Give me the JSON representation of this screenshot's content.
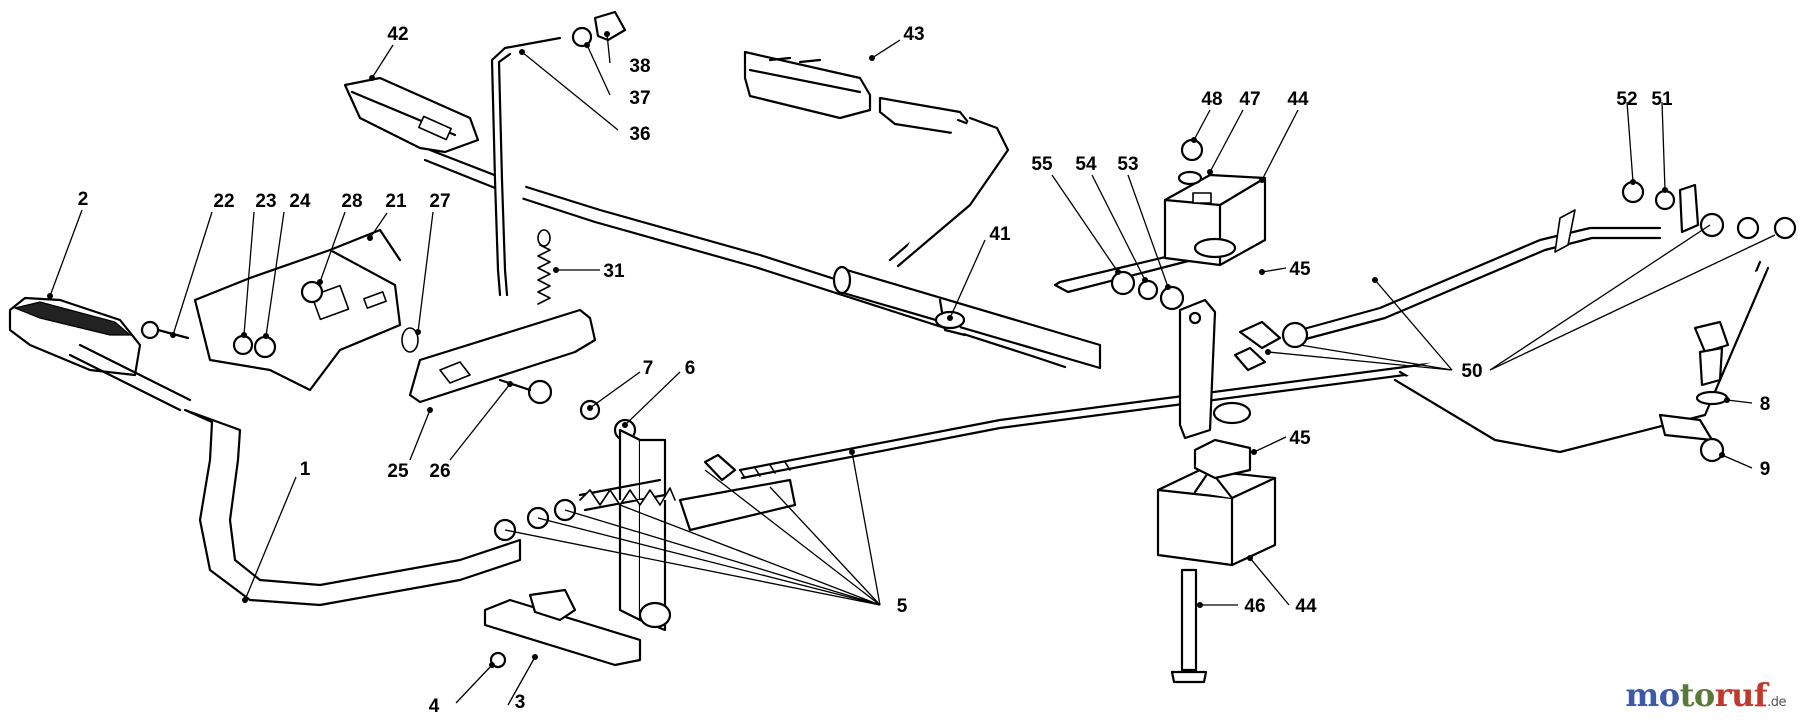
{
  "diagram": {
    "callouts": [
      {
        "id": "c1",
        "text": "1"
      },
      {
        "id": "c2",
        "text": "2"
      },
      {
        "id": "c3",
        "text": "3"
      },
      {
        "id": "c4",
        "text": "4"
      },
      {
        "id": "c5",
        "text": "5"
      },
      {
        "id": "c6",
        "text": "6"
      },
      {
        "id": "c7",
        "text": "7"
      },
      {
        "id": "c8",
        "text": "8"
      },
      {
        "id": "c9",
        "text": "9"
      },
      {
        "id": "c21",
        "text": "21"
      },
      {
        "id": "c22",
        "text": "22"
      },
      {
        "id": "c23",
        "text": "23"
      },
      {
        "id": "c24",
        "text": "24"
      },
      {
        "id": "c25",
        "text": "25"
      },
      {
        "id": "c26",
        "text": "26"
      },
      {
        "id": "c27",
        "text": "27"
      },
      {
        "id": "c28",
        "text": "28"
      },
      {
        "id": "c31",
        "text": "31"
      },
      {
        "id": "c36",
        "text": "36"
      },
      {
        "id": "c37",
        "text": "37"
      },
      {
        "id": "c38",
        "text": "38"
      },
      {
        "id": "c41",
        "text": "41"
      },
      {
        "id": "c42",
        "text": "42"
      },
      {
        "id": "c43",
        "text": "43"
      },
      {
        "id": "c44a",
        "text": "44"
      },
      {
        "id": "c44b",
        "text": "44"
      },
      {
        "id": "c45a",
        "text": "45"
      },
      {
        "id": "c45b",
        "text": "45"
      },
      {
        "id": "c46",
        "text": "46"
      },
      {
        "id": "c47",
        "text": "47"
      },
      {
        "id": "c48",
        "text": "48"
      },
      {
        "id": "c50",
        "text": "50"
      },
      {
        "id": "c51",
        "text": "51"
      },
      {
        "id": "c52",
        "text": "52"
      },
      {
        "id": "c53",
        "text": "53"
      },
      {
        "id": "c54",
        "text": "54"
      },
      {
        "id": "c55",
        "text": "55"
      }
    ]
  },
  "watermark": {
    "part1": "mo",
    "part2": "to",
    "part3": "ruf",
    "tld": ".de"
  }
}
